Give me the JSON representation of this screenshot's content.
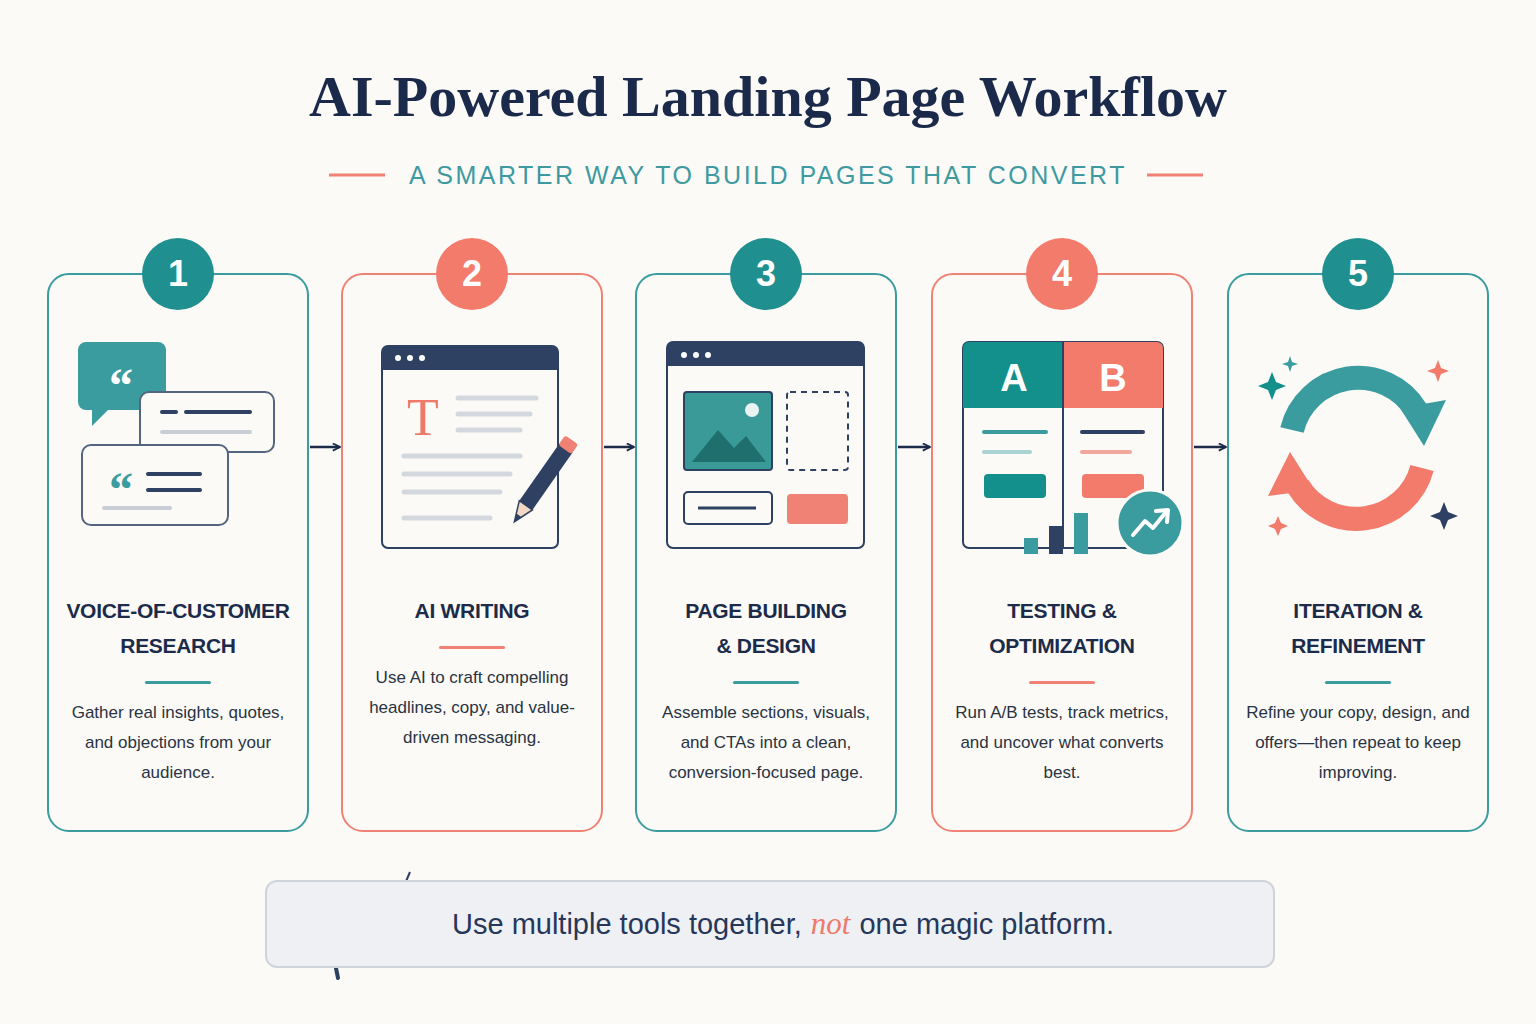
{
  "diagram": {
    "title": "AI-Powered Landing Page Workflow",
    "nodes": [
      {
        "text": [
          "VOICE-OF-CUSTOMER RESEARCH",
          "Gather real insights, quotes, and objections from your audience."
        ]
      },
      {
        "text": [
          "1"
        ],
        "in": 0
      },
      {
        "text": [
          "AI WRITING",
          "Use AI to craft compelling headlines, copy, and value-driven messaging."
        ]
      },
      {
        "text": [
          "2"
        ],
        "in": 2
      },
      {
        "text": [
          "PAGE BUILDING & DESIGN",
          "Assemble sections, visuals, and CTAs into a clean, conversion-focused page."
        ]
      },
      {
        "text": [
          "3"
        ],
        "in": 4
      },
      {
        "text": [
          "TESTING & OPTIMIZATION",
          "Run A/B tests, track metrics, and uncover what converts best."
        ]
      },
      {
        "text": [
          "4"
        ],
        "in": 6
      },
      {
        "text": [
          "ITERATION & REFINEMENT",
          "Refine your copy, design, and offers—then repeat to keep improving."
        ]
      },
      {
        "text": [
          "5"
        ],
        "in": 8
      },
      {
        "text": [
          "Use multiple tools together,",
          "not",
          "one magic platform."
        ]
      }
    ],
    "edges": [
      {
        "from": 0,
        "to": 2,
        "arrow": "to"
      },
      {
        "from": 2,
        "to": 4,
        "arrow": "to"
      },
      {
        "from": 4,
        "to": 6,
        "arrow": "to"
      },
      {
        "from": 6,
        "to": 8,
        "arrow": "to"
      }
    ],
    "labels": [
      "A SMARTER WAY TO BUILD PAGES THAT CONVERT",
      "“",
      "“",
      "T",
      "A",
      "B"
    ]
  }
}
